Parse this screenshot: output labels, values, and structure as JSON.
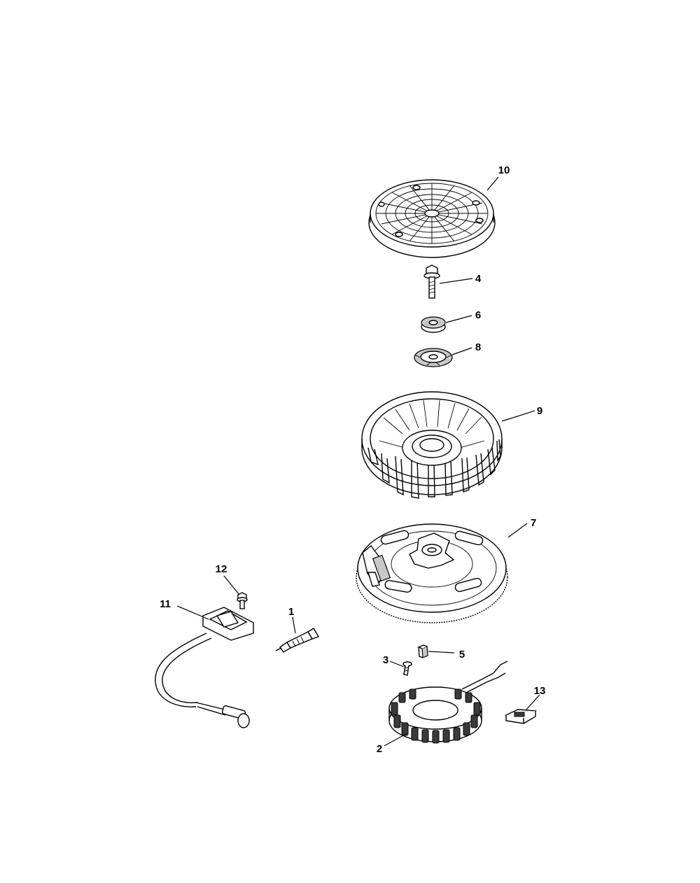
{
  "diagram": {
    "parts": [
      {
        "id": "1",
        "label": "1",
        "part": "spark-plug"
      },
      {
        "id": "2",
        "label": "2",
        "part": "stator"
      },
      {
        "id": "3",
        "label": "3",
        "part": "screw"
      },
      {
        "id": "4",
        "label": "4",
        "part": "flywheel-bolt"
      },
      {
        "id": "5",
        "label": "5",
        "part": "key"
      },
      {
        "id": "6",
        "label": "6",
        "part": "washer"
      },
      {
        "id": "7",
        "label": "7",
        "part": "flywheel-ring-gear"
      },
      {
        "id": "8",
        "label": "8",
        "part": "spring-washer"
      },
      {
        "id": "9",
        "label": "9",
        "part": "fan"
      },
      {
        "id": "10",
        "label": "10",
        "part": "fan-screen"
      },
      {
        "id": "11",
        "label": "11",
        "part": "ignition-module"
      },
      {
        "id": "12",
        "label": "12",
        "part": "bolt"
      },
      {
        "id": "13",
        "label": "13",
        "part": "clip"
      }
    ]
  }
}
